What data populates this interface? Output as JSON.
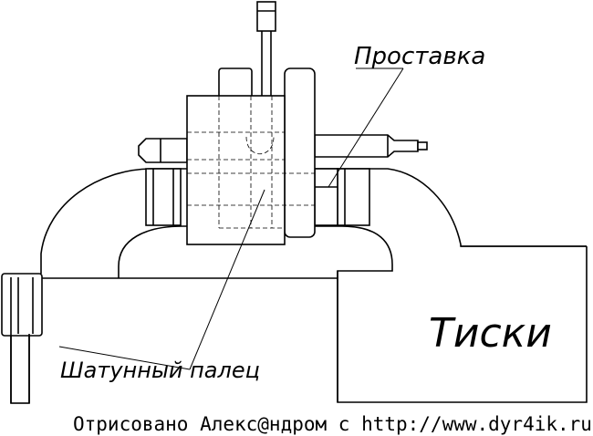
{
  "labels": {
    "spacer": "Проставка",
    "wrist_pin": "Шатунный палец",
    "vise": "Тиски",
    "credit": "Отрисовано Алекс@ндром с http://www.dyr4ik.ru"
  },
  "colors": {
    "line": "#000000",
    "background": "#ffffff"
  }
}
